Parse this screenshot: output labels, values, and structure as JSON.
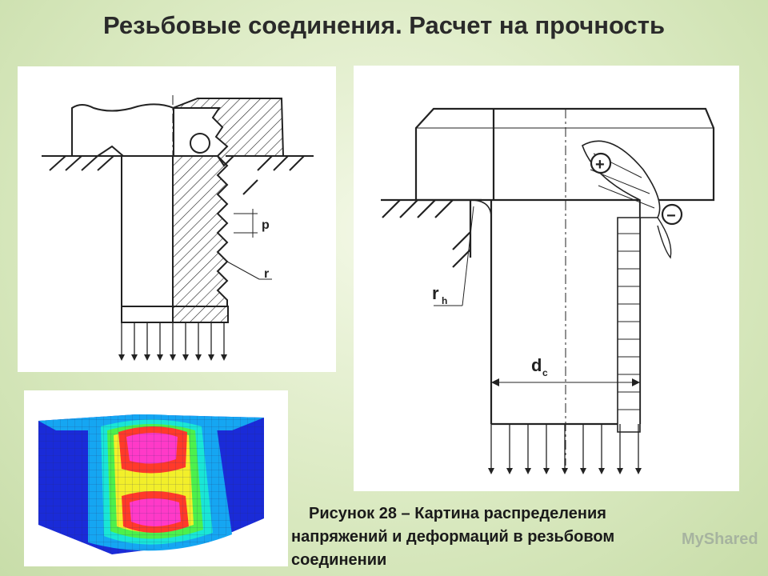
{
  "slide": {
    "title": "Резьбовые соединения. Расчет на прочность",
    "caption_line1": "Рисунок 28 – Картина распределения",
    "caption_line2": "напряжений и деформаций в резьбовом",
    "caption_line3": "соединении",
    "watermark": "MyShared"
  },
  "thread_drawing": {
    "label_pitch": "p",
    "label_radius": "r"
  },
  "bolt_drawing": {
    "label_plus": "+",
    "label_minus": "−",
    "label_rh": "r",
    "label_rh_sub": "h",
    "label_dc": "d",
    "label_dc_sub": "c"
  },
  "fem_model": {
    "colors": [
      "#1a2bd8",
      "#15a6f2",
      "#19e6d6",
      "#4cf04c",
      "#f2ef2a",
      "#ff3a2a",
      "#ff3ac8"
    ]
  }
}
